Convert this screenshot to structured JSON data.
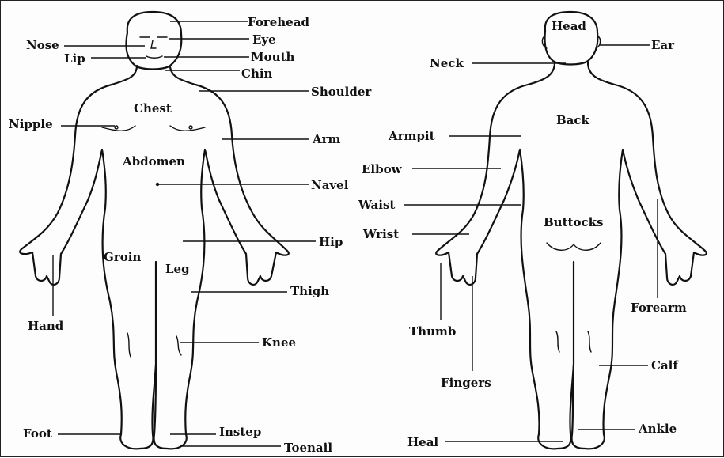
{
  "front_labels": {
    "forehead": "Forehead",
    "nose": "Nose",
    "eye": "Eye",
    "lip": "Lip",
    "mouth": "Mouth",
    "chin": "Chin",
    "shoulder": "Shoulder",
    "chest": "Chest",
    "nipple": "Nipple",
    "arm": "Arm",
    "abdomen": "Abdomen",
    "navel": "Navel",
    "hip": "Hip",
    "groin": "Groin",
    "leg": "Leg",
    "thigh": "Thigh",
    "hand": "Hand",
    "knee": "Knee",
    "foot": "Foot",
    "instep": "Instep",
    "toenail": "Toenail"
  },
  "back_labels": {
    "head": "Head",
    "ear": "Ear",
    "neck": "Neck",
    "back": "Back",
    "armpit": "Armpit",
    "elbow": "Elbow",
    "waist": "Waist",
    "wrist": "Wrist",
    "buttocks": "Buttocks",
    "thumb": "Thumb",
    "forearm": "Forearm",
    "fingers": "Fingers",
    "calf": "Calf",
    "heal": "Heal",
    "ankle": "Ankle"
  }
}
